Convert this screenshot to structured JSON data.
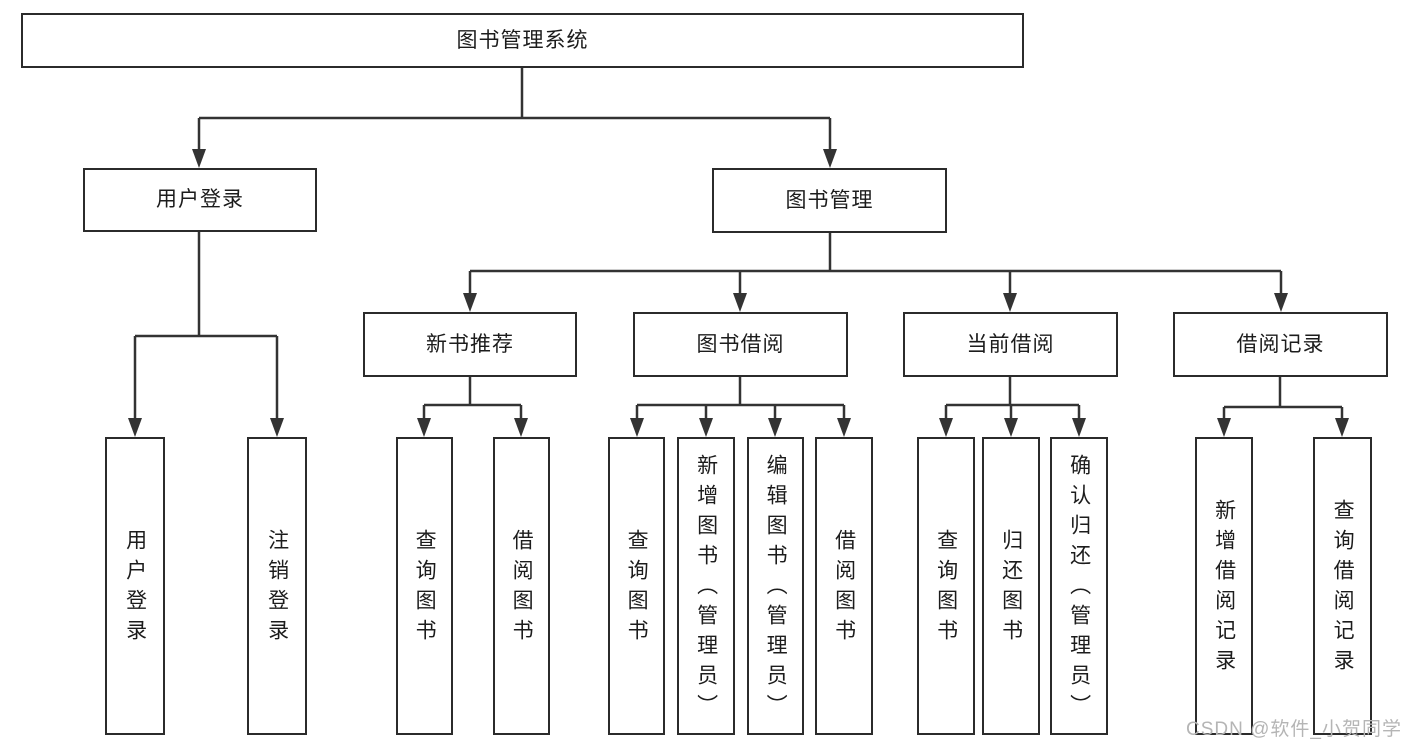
{
  "diagram_title": "图书管理系统",
  "watermark": "CSDN @软件_小贺同学",
  "colors": {
    "line": "#333333",
    "box_border": "#2b2b2b",
    "text": "#1c1c1c",
    "watermark": "#b5b5b5",
    "background": "#ffffff"
  },
  "nodes": {
    "root": "图书管理系统",
    "user_login": "用户登录",
    "book_mgmt": "图书管理",
    "new_books": "新书推荐",
    "book_borrow": "图书借阅",
    "current_borrow": "当前借阅",
    "borrow_records": "借阅记录",
    "leaves": {
      "login": [
        "用户登录",
        "注销登录"
      ],
      "new_books": [
        "查询图书",
        "借阅图书"
      ],
      "book_borrow": [
        "查询图书",
        "新增图书（管理员）",
        "编辑图书（管理员）",
        "借阅图书"
      ],
      "current_borrow": [
        "查询图书",
        "归还图书",
        "确认归还（管理员）"
      ],
      "borrow_records": [
        "新增借阅记录",
        "查询借阅记录"
      ]
    }
  }
}
